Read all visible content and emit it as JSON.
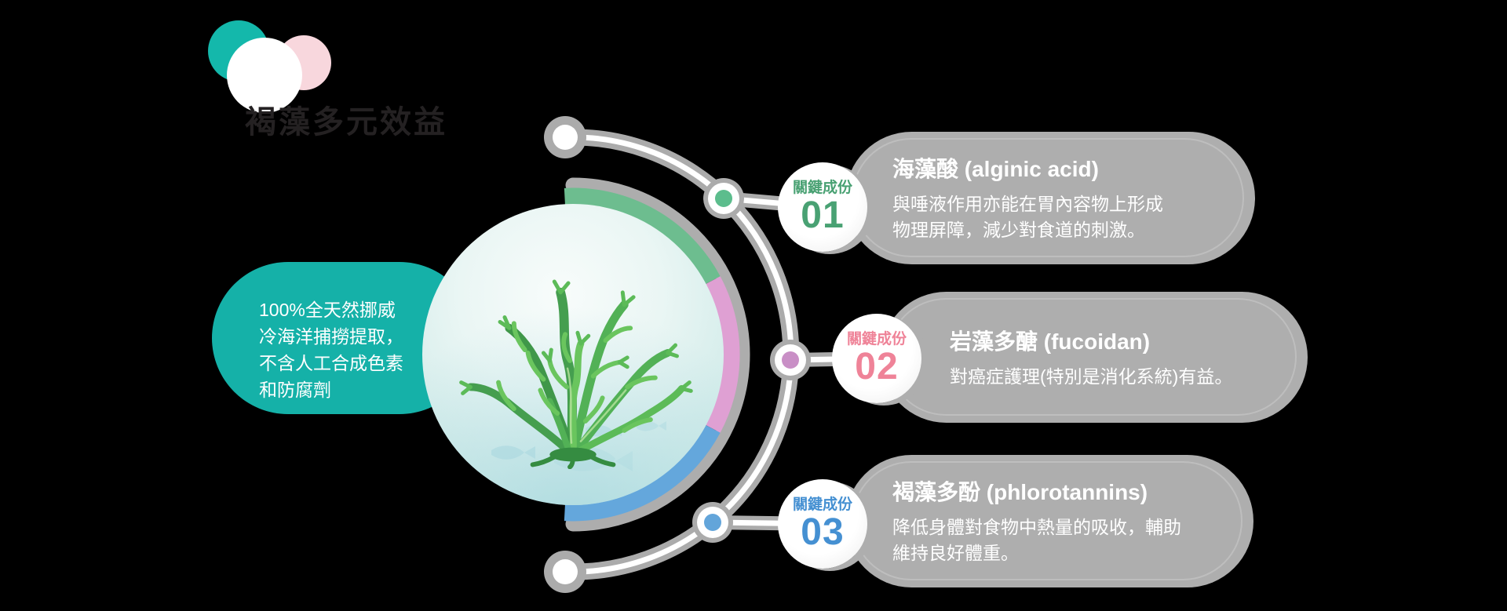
{
  "header": {
    "title": "褐藻多元效益",
    "decor_colors": {
      "teal": "#14b8ab",
      "pink": "#f8d7dd",
      "white": "#ffffff"
    }
  },
  "intro_bubble": {
    "bg_color": "#15b1a8",
    "lines": [
      "100%全天然挪威",
      "冷海洋捕撈提取，",
      "不含人工合成色素",
      "和防腐劑"
    ]
  },
  "center_ring": {
    "segment_colors": {
      "green": "#6dbd8f",
      "pink": "#dfa0d3",
      "blue": "#64a7dc"
    },
    "arc_color": "#ababab",
    "illustration": "seaweed-in-water-with-fish"
  },
  "cards": [
    {
      "badge_label": "關鍵成份",
      "number": "01",
      "accent": "#49a173",
      "dot_color": "#5cbd8d",
      "card_gradient": [
        "#74c597",
        "#4a9c6e"
      ],
      "title": "海藻酸 (alginic acid)",
      "body_lines": [
        "與唾液作用亦能在胃內容物上形成",
        "物理屏障，減少對食道的刺激。"
      ]
    },
    {
      "badge_label": "關鍵成份",
      "number": "02",
      "accent": "#ef8398",
      "dot_color": "#c98fc6",
      "card_gradient": [
        "#e3b5dc",
        "#c78fc2"
      ],
      "title": "岩藻多醣 (fucoidan)",
      "body_lines": [
        "對癌症護理(特別是消化系統)有益。"
      ]
    },
    {
      "badge_label": "關鍵成份",
      "number": "03",
      "accent": "#4590d2",
      "dot_color": "#63a5da",
      "card_gradient": [
        "#75bae6",
        "#3c82c3"
      ],
      "title": "褐藻多酚 (phlorotannins)",
      "body_lines": [
        "降低身體對食物中熱量的吸收，輔助",
        "維持良好體重。"
      ]
    }
  ]
}
